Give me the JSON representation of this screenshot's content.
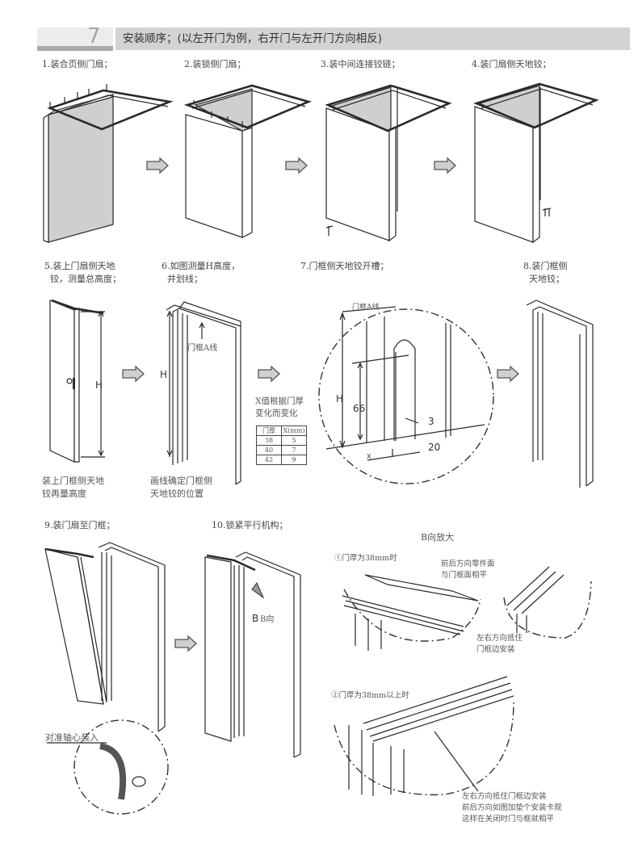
{
  "header": {
    "section_number": "7",
    "title": "安装顺序；(以左开门为例，右开门与左开门方向相反)"
  },
  "steps": [
    {
      "label": "1.装合页侧门扇；"
    },
    {
      "label": "2.装锁侧门扇；"
    },
    {
      "label": "3.装中间连接铰链；"
    },
    {
      "label": "4.装门扇侧天地铰；"
    },
    {
      "label": "5.装上门扇侧天地\n  铰，测量总高度；"
    },
    {
      "label": "6.如图测量H高度，\n  并划线；"
    },
    {
      "label": "7.门框侧天地铰开槽；"
    },
    {
      "label": "8.装门框侧\n  天地铰；"
    },
    {
      "label": "9.装门扇至门框；"
    },
    {
      "label": "10.锁紧平行机构；"
    }
  ],
  "annotations": {
    "step5_note": "装上门框侧天地\n铰再量高度",
    "step6_note": "画线确定门框侧\n天地铰的位置",
    "frame_a_line": "门框A线",
    "frame_a_line_small": "门框A线",
    "dim_H": "H",
    "dim_66": "66",
    "dim_3": "3",
    "dim_20": "20",
    "dim_x": "X",
    "x_note": "X值根据门厚\n变化而变化",
    "align_axis": "对准轴心装入",
    "b_direction": "B向",
    "b_zoom_title": "B向放大",
    "case1_title": "①门厚为38mm时",
    "case1_note_a": "前后方向零件面\n与门框面相平",
    "case1_note_b": "左右方向抵住\n门框边安装",
    "case2_title": "②门厚为38mm以上时",
    "case2_note": "左右方向抵住门框边安装\n前后方向如图加垫个安装卡规\n这样在关闭时门与框就相平"
  },
  "x_table": {
    "headers": [
      "门厚",
      "X(mm)"
    ],
    "rows": [
      [
        "38",
        "5"
      ],
      [
        "40",
        "7"
      ],
      [
        "42",
        "9"
      ]
    ]
  },
  "icons": {
    "next_arrow": "right-arrow-icon"
  }
}
